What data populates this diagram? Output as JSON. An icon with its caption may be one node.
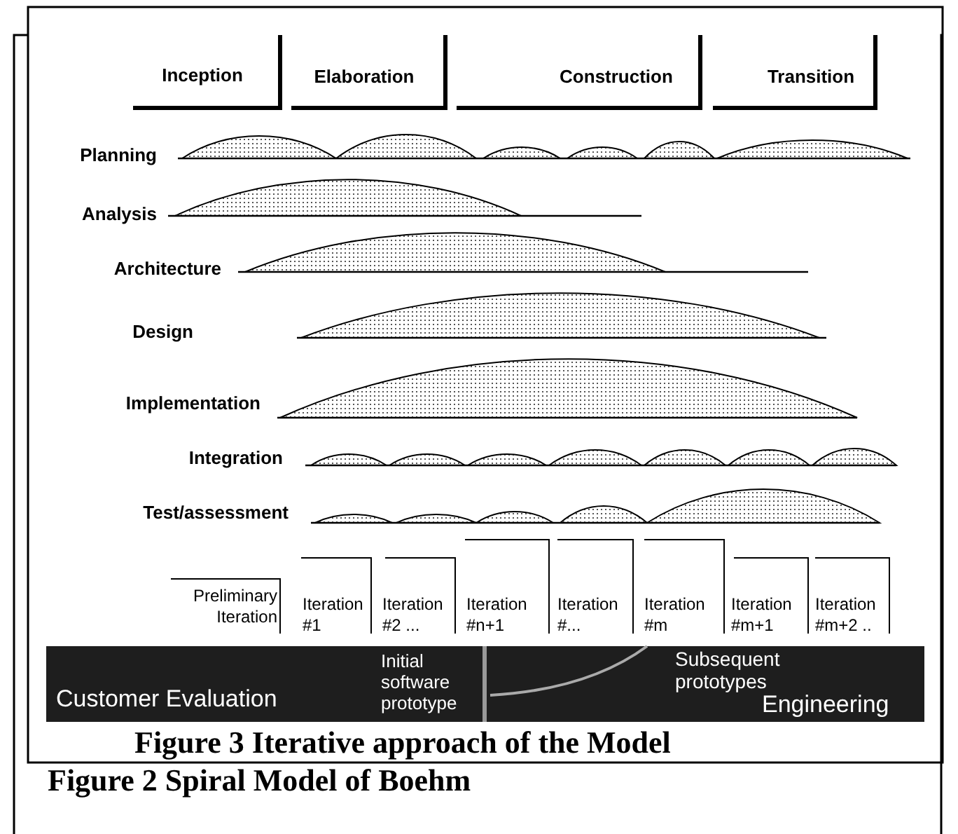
{
  "diagram": {
    "labels": [
      "Inception",
      "Elaboration",
      "Construction",
      "Transition",
      "Planning",
      "Analysis",
      "Architecture",
      "Design",
      "Implementation",
      "Integration",
      "Test/assessment",
      "Preliminary Iteration",
      "Iteration #1",
      "Iteration #2 ...",
      "Iteration #n+1",
      "Iteration #...",
      "Iteration #m",
      "Iteration #m+1",
      "Iteration #m+2 ..",
      "Initial software prototype",
      "Subsequent prototypes",
      "Customer Evaluation",
      "Figure 3 Iterative approach of the Model",
      "Engineering",
      "Figure 2 Spiral Model of Boehm"
    ]
  }
}
